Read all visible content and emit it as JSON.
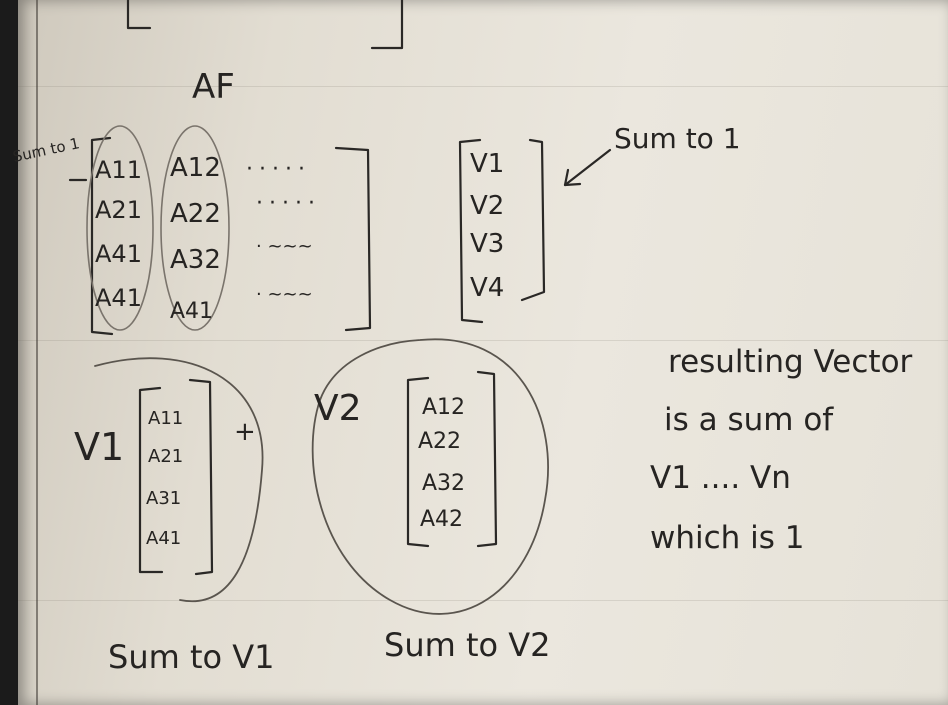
{
  "top_label": "AF",
  "note_sum_to_1_left": "Sum to 1",
  "note_sum_to_1_right": "Sum to 1",
  "matrix_A": {
    "col1": [
      "A11",
      "A21",
      "A41",
      "A41"
    ],
    "col2": [
      "A12",
      "A22",
      "A32",
      "A41"
    ],
    "dots": [
      "·····",
      "·····",
      "·  ~~~",
      "·  ~~~"
    ]
  },
  "vector_V": [
    "V1",
    "V2",
    "V3",
    "V4"
  ],
  "left_group": {
    "label": "V1",
    "entries": [
      "A11",
      "A21",
      "A31",
      "A41"
    ],
    "plus": "+",
    "caption": "Sum to V1"
  },
  "right_group": {
    "label": "V2",
    "entries": [
      "A12",
      "A22",
      "A32",
      "A42"
    ],
    "caption": "Sum to V2"
  },
  "note_result": [
    "resulting Vector",
    "is a sum of",
    "V1 .... Vn",
    "which is 1"
  ]
}
